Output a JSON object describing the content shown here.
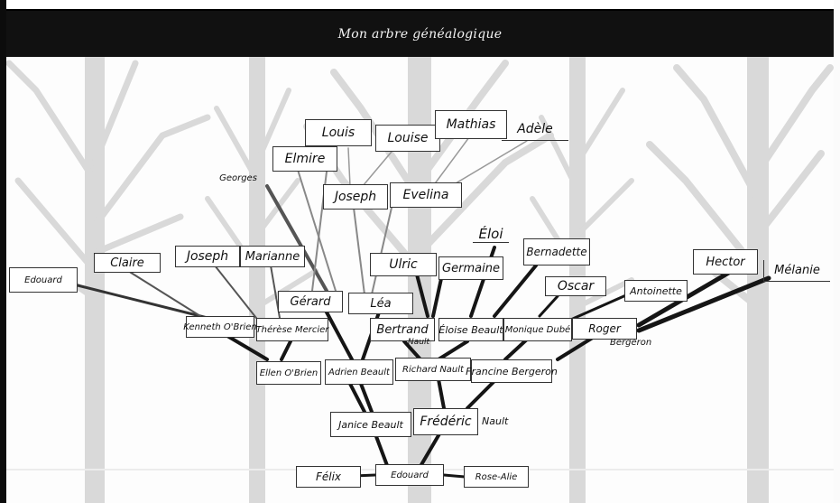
{
  "header": {
    "title": "Mon arbre généalogique"
  },
  "colors": {
    "title_bar": "#111111",
    "tree_background": "#d9d9d9",
    "link_dark": "#151515",
    "link_grey": "#8a8a8a"
  },
  "tree": {
    "generation_1": {
      "person": "Edouard",
      "sibling_left": "Félix",
      "sibling_right": "Rose-Alie"
    },
    "generation_2": {
      "mother": "Janice Beault",
      "father_first": "Frédéric",
      "father_last": "Nault"
    },
    "generation_3": {
      "ellen": "Ellen O'Brien",
      "adrien": "Adrien Beault",
      "richard": "Richard Nault",
      "francine": "Francine Bergeron"
    },
    "generation_4": {
      "kenneth": "Kenneth O'Brien",
      "therese": "Thérèse Mercier",
      "gerard": "Gérard",
      "lea": "Léa",
      "bertrand_first": "Bertrand",
      "bertrand_last": "Nault",
      "eloise": "Éloise Beault",
      "monique": "Monique Dubé",
      "roger_first": "Roger",
      "roger_last": "Bergeron"
    },
    "generation_5": {
      "edouard": "Edouard",
      "claire": "Claire",
      "joseph_left": "Joseph",
      "marianne": "Marianne",
      "ulric": "Ulric",
      "germaine": "Germaine",
      "eloi": "Éloi",
      "bernadette": "Bernadette",
      "oscar": "Oscar",
      "antoinette": "Antoinette",
      "hector": "Hector",
      "melanie": "Mélanie"
    },
    "generation_6": {
      "georges": "Georges",
      "elmire": "Elmire",
      "joseph_top": "Joseph",
      "evelina": "Evelina",
      "louis": "Louis",
      "louise": "Louise",
      "mathias": "Mathias",
      "adele": "Adèle"
    }
  }
}
